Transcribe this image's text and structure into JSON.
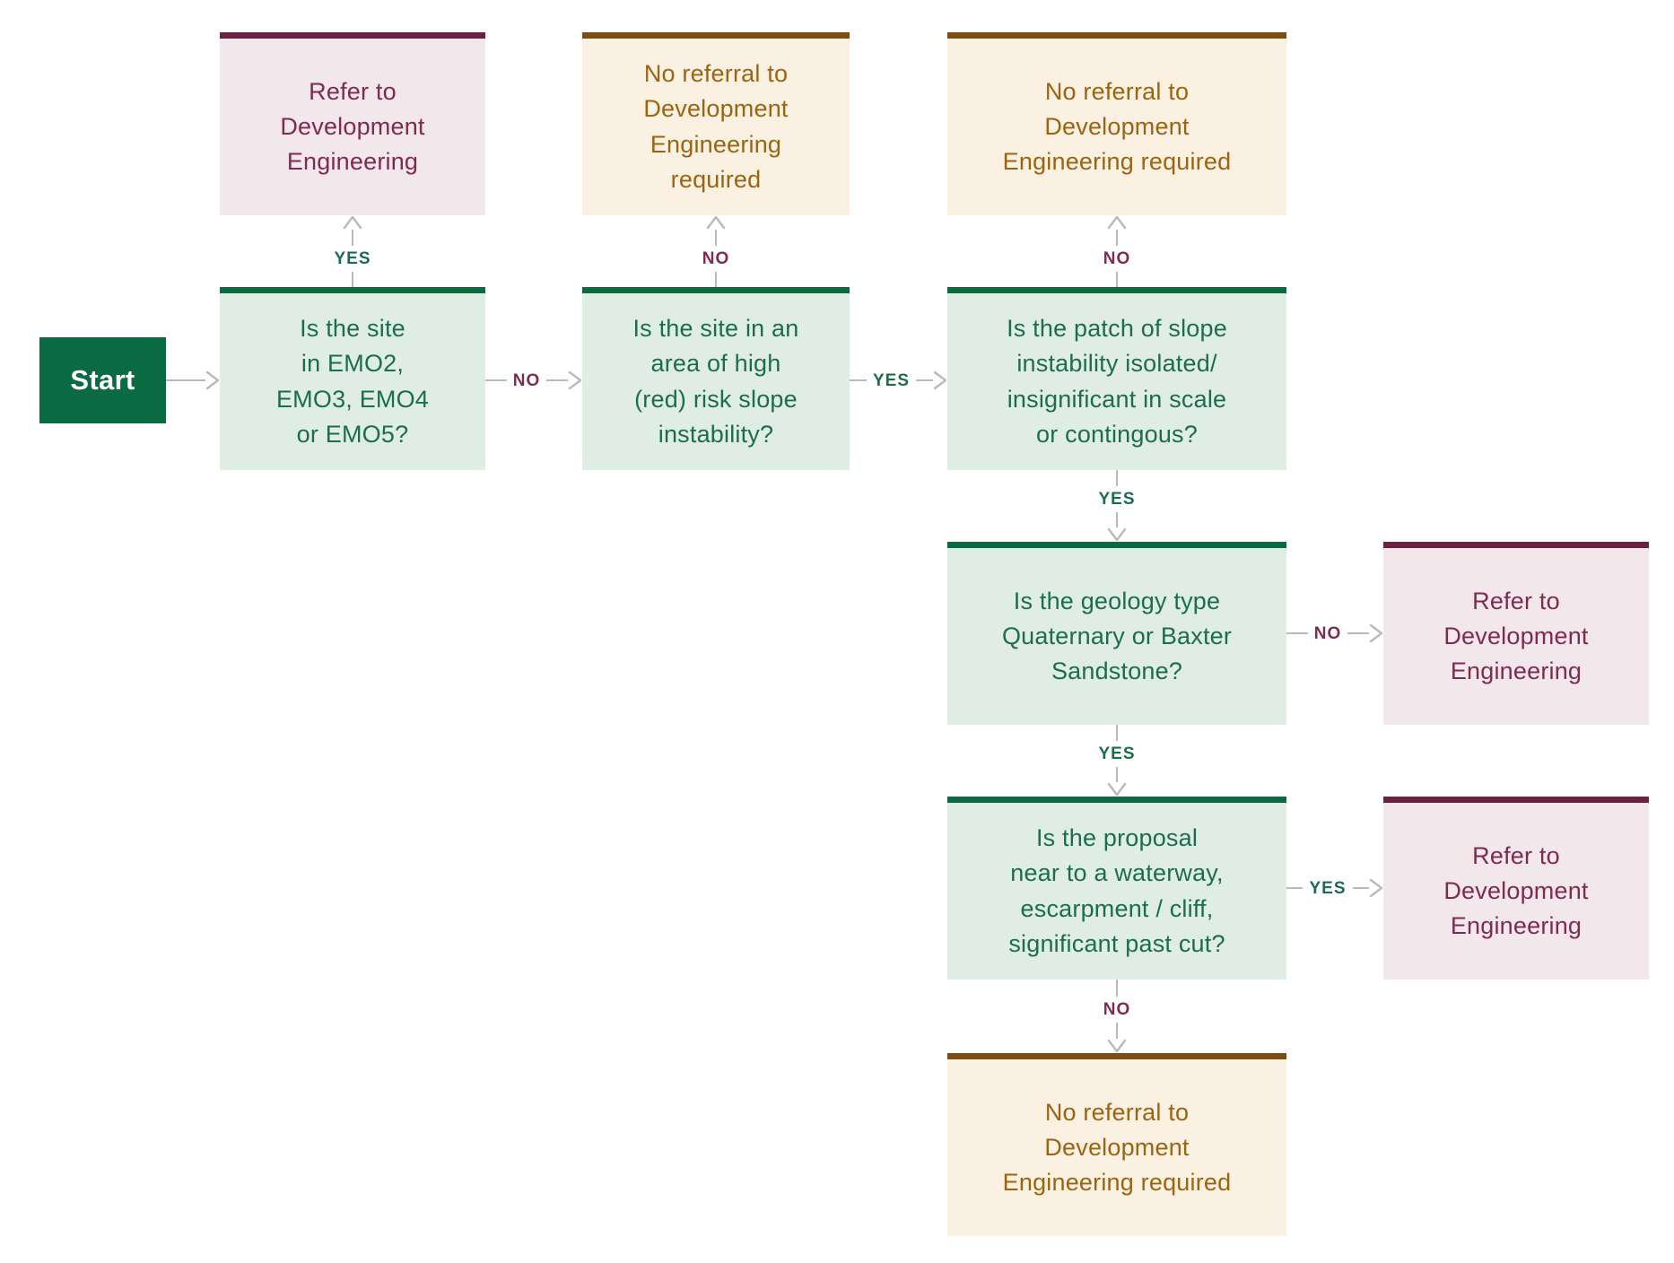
{
  "palette": {
    "green": "#0a6a42",
    "green-text": "#1b6e4c",
    "green-fill": "#e0ede4",
    "maroon": "#6b2142",
    "maroon-text": "#7f2b50",
    "pink-fill": "#f2e7ea",
    "brown": "#7d4e12",
    "brown-text": "#9d6410",
    "cream-fill": "#faf1e2",
    "arrow": "#b9b9b9",
    "start-text": "#ffffff"
  },
  "nodes": {
    "start": {
      "label": "Start"
    },
    "q_emo": {
      "text": "Is the site\nin EMO2,\nEMO3, EMO4\nor EMO5?"
    },
    "refer_emo": {
      "text": "Refer to\nDevelopment\nEngineering"
    },
    "q_high_risk": {
      "text": "Is the site in an\narea of high\n(red) risk slope\ninstability?"
    },
    "noref_high_risk": {
      "text": "No referral to\nDevelopment\nEngineering\nrequired"
    },
    "q_patch": {
      "text": "Is the patch of slope\ninstability isolated/\ninsignificant in scale\nor contingous?"
    },
    "noref_patch": {
      "text": "No referral to\nDevelopment\nEngineering required"
    },
    "q_geology": {
      "text": "Is the geology type\nQuaternary or Baxter\nSandstone?"
    },
    "refer_geology": {
      "text": "Refer to\nDevelopment\nEngineering"
    },
    "q_waterway": {
      "text": "Is the proposal\nnear to a waterway,\nescarpment / cliff,\nsignificant past cut?"
    },
    "refer_waterway": {
      "text": "Refer to\nDevelopment\nEngineering"
    },
    "noref_final": {
      "text": "No referral to\nDevelopment\nEngineering required"
    }
  },
  "connectors": {
    "emo_yes": "YES",
    "emo_no": "NO",
    "high_risk_no_up": "NO",
    "high_risk_yes": "YES",
    "patch_no_up": "NO",
    "patch_yes": "YES",
    "geology_no": "NO",
    "geology_yes": "YES",
    "waterway_yes": "YES",
    "waterway_no": "NO"
  }
}
